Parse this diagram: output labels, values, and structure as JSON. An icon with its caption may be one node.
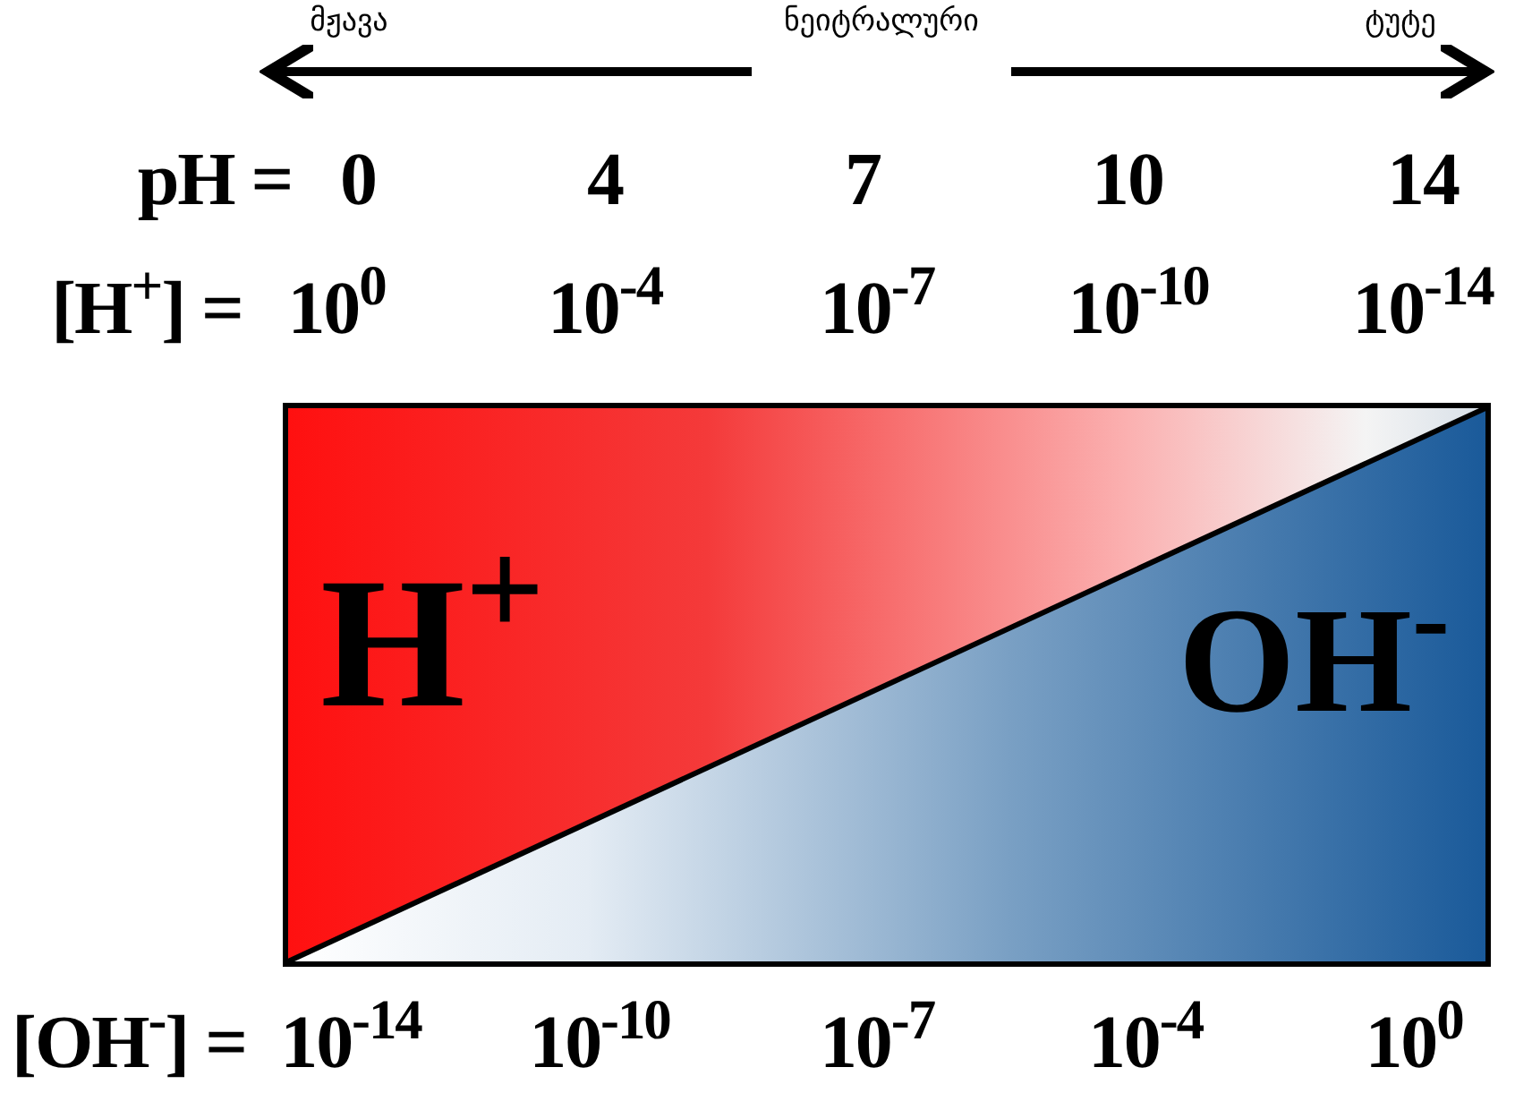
{
  "diagram": {
    "nodes": [
      {
        "text": [
          "მჟავა"
        ]
      },
      {
        "text": [
          "ნეიტრალური"
        ]
      },
      {
        "text": [
          "ტუტე"
        ]
      },
      {
        "text": [
          "H$^{+}$",
          "OH$^{-}$"
        ]
      }
    ],
    "edges": [
      {
        "from": 1,
        "to": 0,
        "arrow": "to"
      },
      {
        "from": 1,
        "to": 2,
        "arrow": "to"
      }
    ],
    "labels": [
      "pH =",
      "0",
      "4",
      "7",
      "10",
      "14",
      "[H$^{+}$] =",
      "10$^{0}$",
      "10$^{-4}$",
      "10$^{-7}$",
      "10$^{-10}$",
      "10$^{-14}$",
      "[OH$^{-}$] =",
      "10$^{-14}$",
      "10$^{-10}$",
      "10$^{-7}$",
      "10$^{-4}$",
      "10$^{0}$"
    ]
  }
}
